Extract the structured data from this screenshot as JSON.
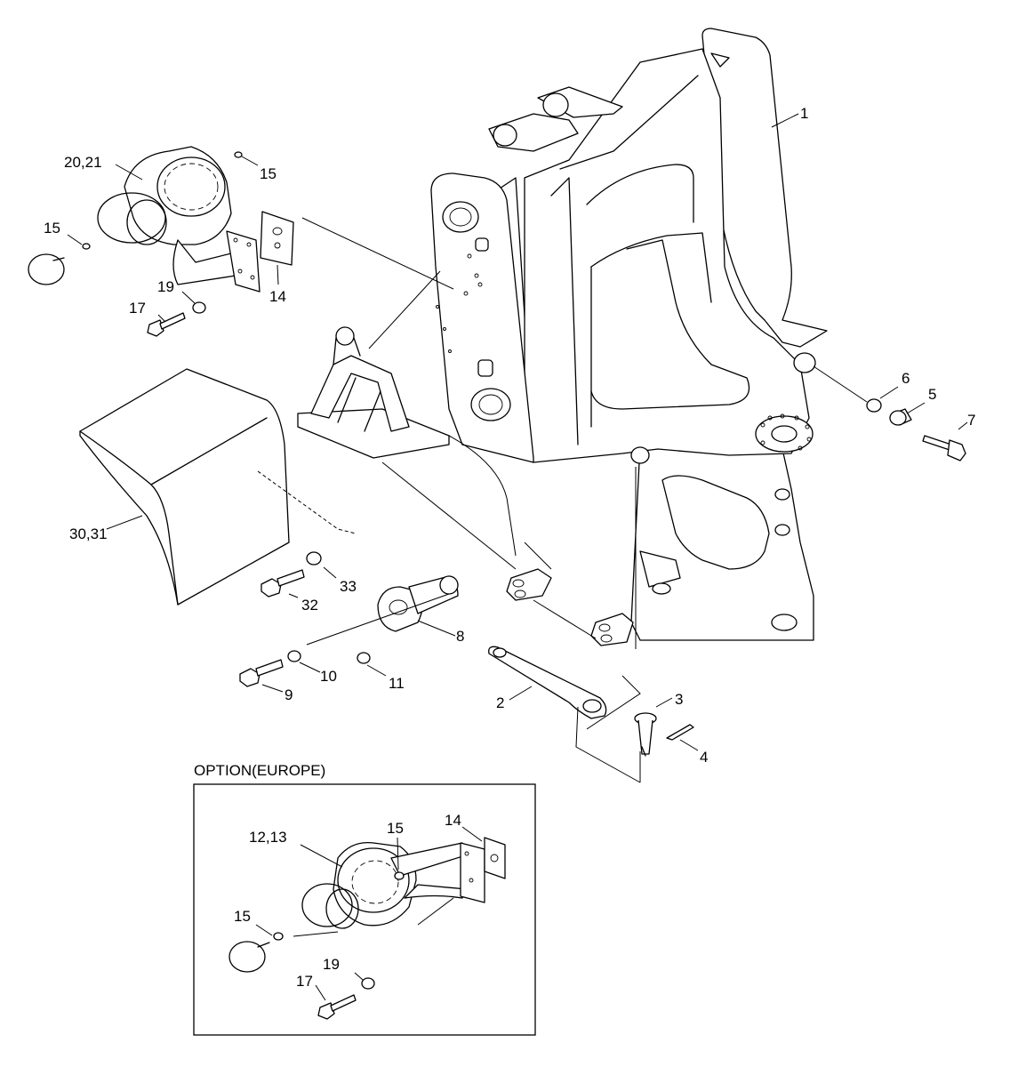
{
  "option_box": {
    "title": "OPTION(EUROPE)"
  },
  "callouts": {
    "c1": "1",
    "c2": "2",
    "c3": "3",
    "c4": "4",
    "c5": "5",
    "c6": "6",
    "c7": "7",
    "c8": "8",
    "c9": "9",
    "c10": "10",
    "c11": "11",
    "c14_main": "14",
    "c15_top": "15",
    "c15_left": "15",
    "c17_main": "17",
    "c19_main": "19",
    "c20_21": "20,21",
    "c30_31": "30,31",
    "c32": "32",
    "c33": "33",
    "o12_13": "12,13",
    "o14": "14",
    "o15_top": "15",
    "o15_left": "15",
    "o17": "17",
    "o19": "19"
  }
}
